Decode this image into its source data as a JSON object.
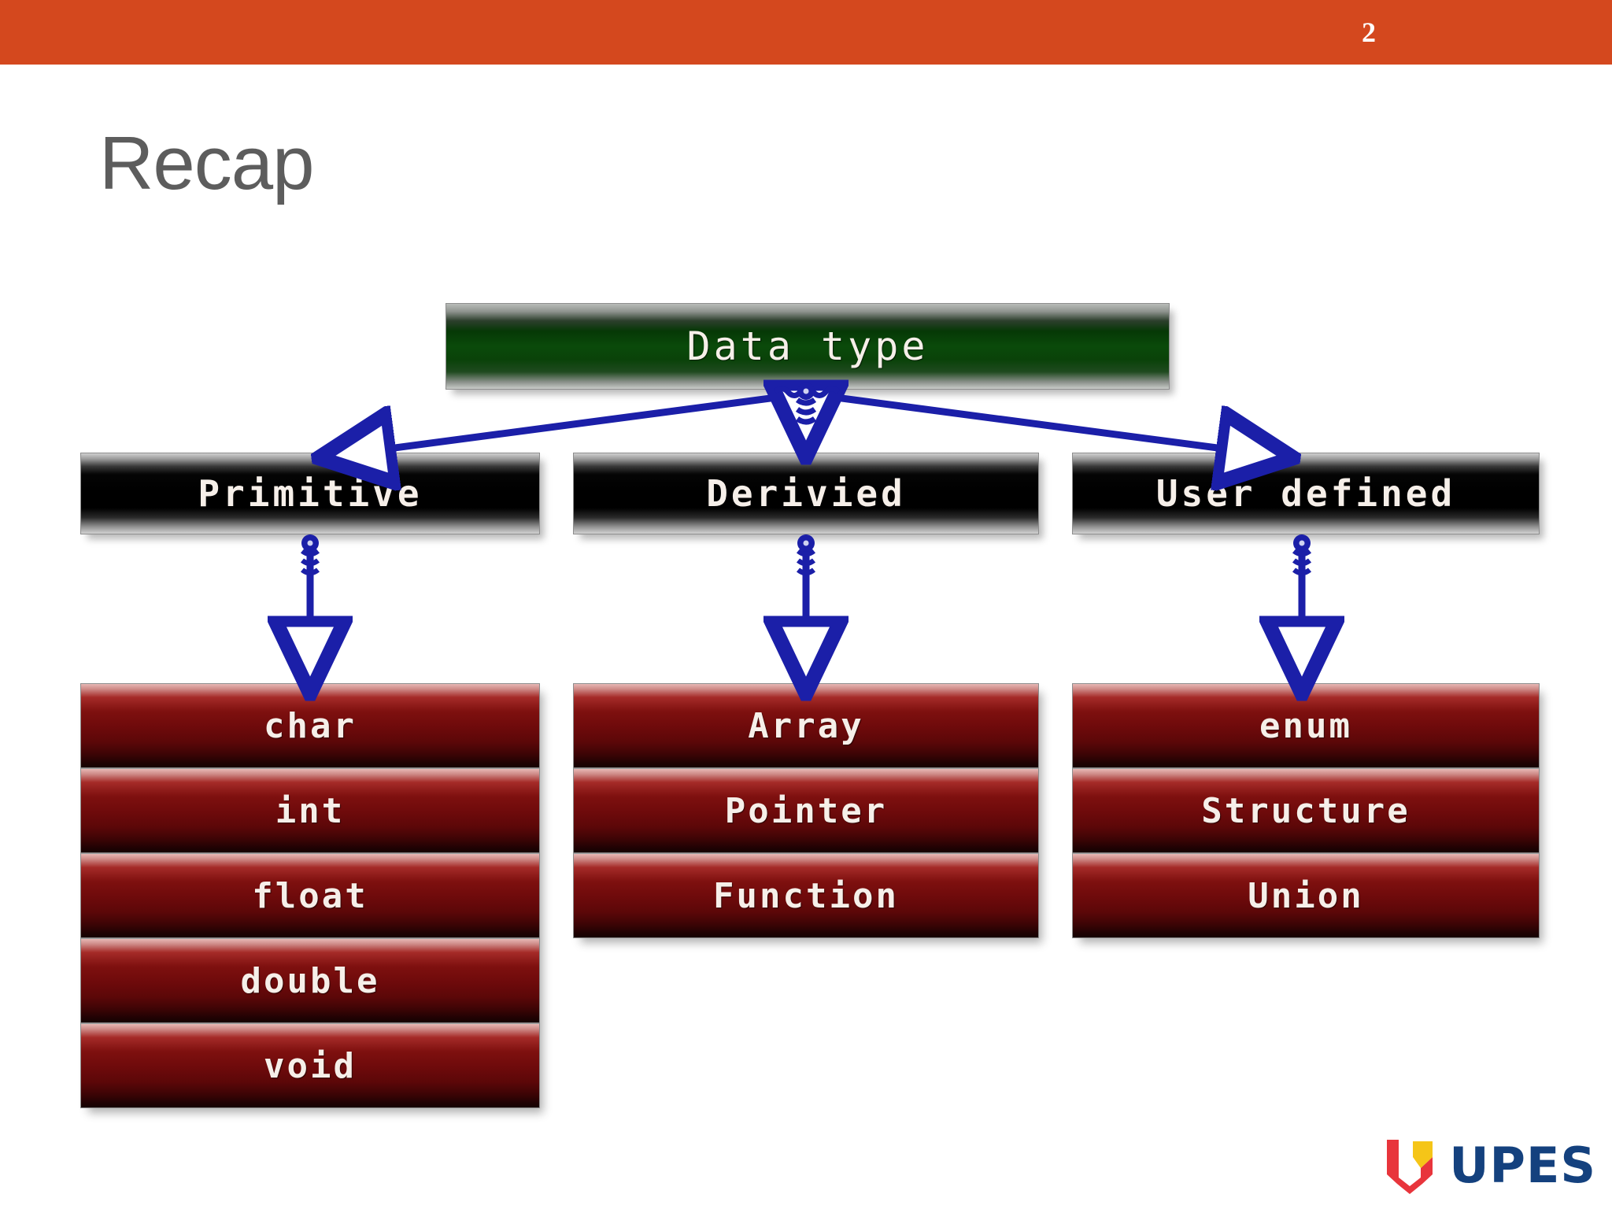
{
  "header": {
    "bar_color": "#d4481e",
    "slide_number": "2"
  },
  "title": "Recap",
  "diagram": {
    "root": {
      "label": "Data type"
    },
    "categories": [
      {
        "label": "Primitive",
        "items": [
          "char",
          "int",
          "float",
          "double",
          "void"
        ]
      },
      {
        "label": "Derivied",
        "items": [
          "Array",
          "Pointer",
          "Function"
        ]
      },
      {
        "label": "User defined",
        "items": [
          "enum",
          "Structure",
          "Union"
        ]
      }
    ],
    "connector_color": "#1b1fa8",
    "root_fill": "#0a4a0a",
    "level2_fill": "#000000",
    "leaf_fill": "#6e0a0b"
  },
  "logo": {
    "text": "UPES",
    "mark_red": "#e8353c",
    "mark_yellow": "#f5c518",
    "text_color": "#14417e"
  }
}
